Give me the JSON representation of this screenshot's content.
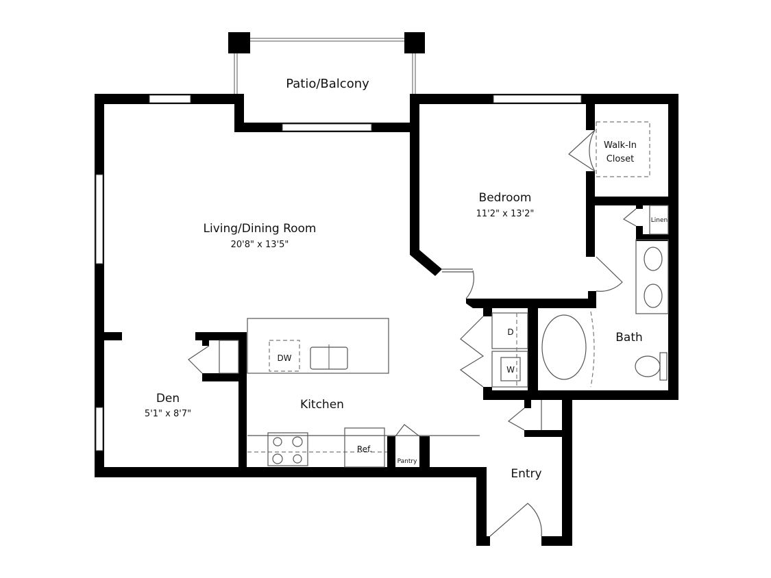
{
  "rooms": {
    "patio": {
      "name": "Patio/Balcony"
    },
    "living": {
      "name": "Living/Dining Room",
      "dims": "20'8\" x 13'5\""
    },
    "bedroom": {
      "name": "Bedroom",
      "dims": "11'2\" x 13'2\""
    },
    "closet": {
      "name_line1": "Walk-In",
      "name_line2": "Closet"
    },
    "linen": {
      "name": "Linen"
    },
    "bath": {
      "name": "Bath"
    },
    "den": {
      "name": "Den",
      "dims": "5'1\" x 8'7\""
    },
    "kitchen": {
      "name": "Kitchen"
    },
    "entry": {
      "name": "Entry"
    },
    "pantry": {
      "name": "Pantry"
    }
  },
  "fixtures": {
    "dishwasher": "DW",
    "refrigerator": "Ref.",
    "dryer": "D",
    "washer": "W"
  }
}
